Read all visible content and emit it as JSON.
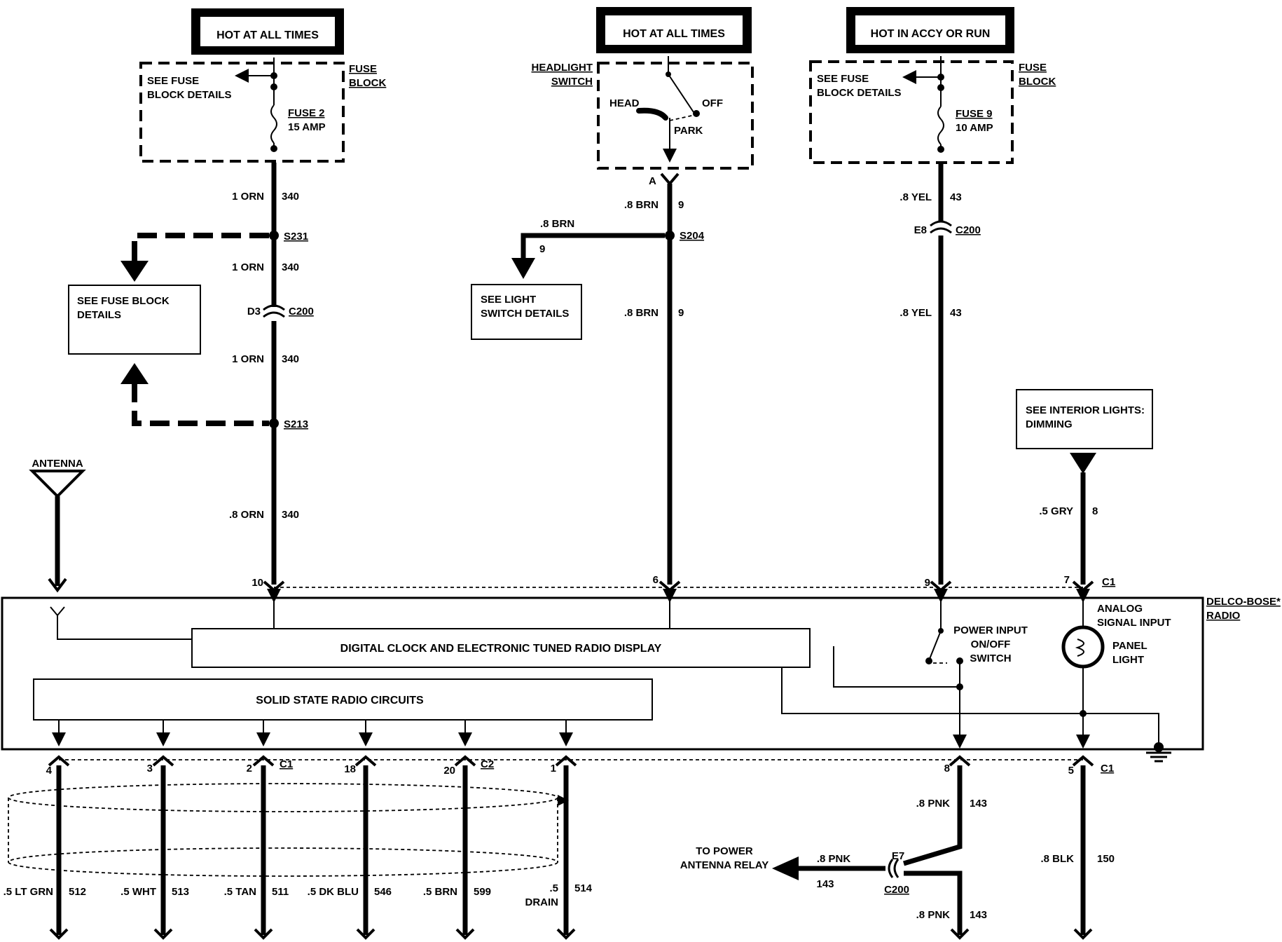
{
  "power_sources": [
    {
      "label": "HOT AT ALL TIMES"
    },
    {
      "label": "HOT AT ALL TIMES"
    },
    {
      "label": "HOT IN ACCY OR RUN"
    }
  ],
  "fuse_block_left": {
    "see": [
      "SEE FUSE",
      "BLOCK DETAILS"
    ],
    "block": [
      "FUSE",
      "BLOCK"
    ],
    "fuse": [
      "FUSE 2",
      "15 AMP"
    ]
  },
  "fuse_block_right": {
    "see": [
      "SEE FUSE",
      "BLOCK DETAILS"
    ],
    "block": [
      "FUSE",
      "BLOCK"
    ],
    "fuse": [
      "FUSE 9",
      "10 AMP"
    ]
  },
  "headlight_switch": {
    "title": [
      "HEADLIGHT",
      "SWITCH"
    ],
    "head": "HEAD",
    "off": "OFF",
    "park": "PARK",
    "terminal": "A"
  },
  "wire_labels": {
    "w340a": {
      "gauge": "1 ORN",
      "circuit": "340"
    },
    "s231": "S231",
    "w340b": {
      "gauge": "1 ORN",
      "circuit": "340"
    },
    "c200_d3": {
      "pin": "D3",
      "conn": "C200"
    },
    "w340c": {
      "gauge": "1 ORN",
      "circuit": "340"
    },
    "s213": "S213",
    "w340d": {
      "gauge": ".8 ORN",
      "circuit": "340"
    },
    "w9a": {
      "gauge": ".8 BRN",
      "circuit": "9"
    },
    "w9branch": {
      "gauge": ".8 BRN",
      "circuit": "9"
    },
    "s204": "S204",
    "w9b": {
      "gauge": ".8 BRN",
      "circuit": "9"
    },
    "w43a": {
      "gauge": ".8 YEL",
      "circuit": "43"
    },
    "c200_e8": {
      "pin": "E8",
      "conn": "C200"
    },
    "w43b": {
      "gauge": ".8 YEL",
      "circuit": "43"
    },
    "w8": {
      "gauge": ".5 GRY",
      "circuit": "8"
    }
  },
  "ref_boxes": {
    "fuse_block_details": [
      "SEE FUSE BLOCK",
      "DETAILS"
    ],
    "light_switch_details": [
      "SEE LIGHT",
      "SWITCH DETAILS"
    ],
    "interior_lights": [
      "SEE INTERIOR LIGHTS:",
      "DIMMING"
    ]
  },
  "antenna": "ANTENNA",
  "top_pins": {
    "p10": "10",
    "p6": "6",
    "p9": "9",
    "p7": "7",
    "c1": "C1"
  },
  "radio": {
    "name": [
      "DELCO-BOSE*",
      "RADIO"
    ],
    "display": "DIGITAL CLOCK AND ELECTRONIC TUNED RADIO DISPLAY",
    "circuits": "SOLID STATE RADIO CIRCUITS",
    "power_input": [
      "POWER INPUT",
      "ON/OFF",
      "SWITCH"
    ],
    "analog": [
      "ANALOG",
      "SIGNAL INPUT"
    ],
    "panel_light": [
      "PANEL",
      "LIGHT"
    ]
  },
  "bottom_pins": {
    "p4": "4",
    "p3": "3",
    "p2": "2",
    "c1a": "C1",
    "p18": "18",
    "p20": "20",
    "c2": "C2",
    "p1": "1",
    "p8": "8",
    "p5": "5",
    "c1b": "C1"
  },
  "bottom_wires": [
    {
      "gauge": ".5 LT GRN",
      "circuit": "512"
    },
    {
      "gauge": ".5 WHT",
      "circuit": "513"
    },
    {
      "gauge": ".5 TAN",
      "circuit": "511"
    },
    {
      "gauge": ".5 DK BLU",
      "circuit": "546"
    },
    {
      "gauge": ".5 BRN",
      "circuit": "599"
    },
    {
      "gauge": ".5",
      "circuit": "514",
      "extra": "DRAIN"
    }
  ],
  "antenna_relay": {
    "label": [
      "TO POWER",
      "ANTENNA RELAY"
    ],
    "gauge": ".8 PNK",
    "circuit": "143",
    "pin": "E7",
    "conn": "C200",
    "w143a": {
      "gauge": ".8 PNK",
      "circuit": "143"
    },
    "w143b": {
      "gauge": ".8 PNK",
      "circuit": "143"
    }
  },
  "w150": {
    "gauge": ".8 BLK",
    "circuit": "150"
  }
}
